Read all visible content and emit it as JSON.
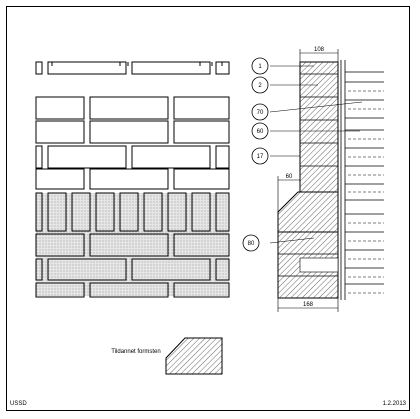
{
  "footer": {
    "left": "USSD",
    "right": "1.2.2013"
  },
  "section": {
    "dim_top": "108",
    "dim_step": "60",
    "dim_bottom": "168",
    "callouts": [
      "1",
      "2",
      "70",
      "60",
      "17",
      "80"
    ]
  },
  "legend": {
    "label": "Tildannet formsten"
  },
  "colors": {
    "line": "#000000",
    "shade": "#d9d9d9",
    "paper": "#ffffff"
  }
}
